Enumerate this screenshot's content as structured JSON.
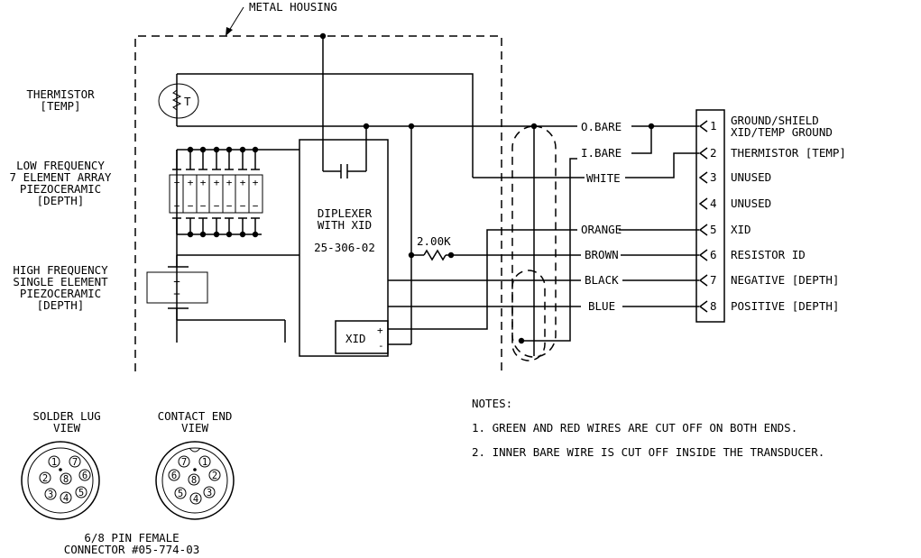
{
  "housing": {
    "label": "METAL HOUSING"
  },
  "components": {
    "thermistor": {
      "line1": "THERMISTOR",
      "line2": "[TEMP]",
      "symbol": "T"
    },
    "low_freq": {
      "line1": "LOW FREQUENCY",
      "line2": "7 ELEMENT ARRAY",
      "line3": "PIEZOCERAMIC",
      "line4": "[DEPTH]"
    },
    "high_freq": {
      "line1": "HIGH FREQUENCY",
      "line2": "SINGLE ELEMENT",
      "line3": "PIEZOCERAMIC",
      "line4": "[DEPTH]"
    },
    "diplexer": {
      "line1": "DIPLEXER",
      "line2": "WITH XID",
      "part": "25-306-02"
    },
    "xid_box": {
      "label": "XID",
      "plus": "+",
      "minus": "-"
    },
    "resistor": {
      "value": "2.00K"
    }
  },
  "wires": [
    "O.BARE",
    "I.BARE",
    "WHITE",
    "ORANGE",
    "BROWN",
    "BLACK",
    "BLUE"
  ],
  "connector_pins": [
    {
      "num": "1",
      "line1": "GROUND/SHIELD",
      "line2": "XID/TEMP GROUND"
    },
    {
      "num": "2",
      "line1": "THERMISTOR [TEMP]"
    },
    {
      "num": "3",
      "line1": "UNUSED"
    },
    {
      "num": "4",
      "line1": "UNUSED"
    },
    {
      "num": "5",
      "line1": "XID"
    },
    {
      "num": "6",
      "line1": "RESISTOR ID"
    },
    {
      "num": "7",
      "line1": "NEGATIVE [DEPTH]"
    },
    {
      "num": "8",
      "line1": "POSITIVE [DEPTH]"
    }
  ],
  "views": {
    "solder": {
      "line1": "SOLDER LUG",
      "line2": "VIEW"
    },
    "contact": {
      "line1": "CONTACT END",
      "line2": "VIEW"
    },
    "solder_pins": [
      "1",
      "7",
      "6",
      "8",
      "2",
      "3",
      "4",
      "5"
    ],
    "contact_pins": [
      "7",
      "1",
      "6",
      "8",
      "2",
      "5",
      "3",
      "4"
    ],
    "connector_line1": "6/8 PIN FEMALE",
    "connector_line2": "CONNECTOR #05-774-03"
  },
  "notes": {
    "title": "NOTES:",
    "items": [
      "1. GREEN AND RED WIRES ARE CUT OFF ON BOTH ENDS.",
      "2. INNER BARE WIRE IS CUT OFF INSIDE THE TRANSDUCER."
    ]
  }
}
